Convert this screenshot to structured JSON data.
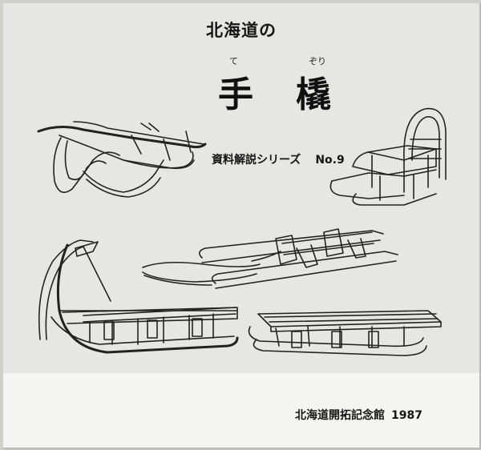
{
  "cover": {
    "subtitle": "北海道の",
    "title_chars": [
      "手",
      "橇"
    ],
    "ruby": [
      "て",
      "ぞり"
    ],
    "series_label": "資料解説シリーズ",
    "series_number": "No.9",
    "publisher": "北海道開拓記念館",
    "year": "1987"
  },
  "illustrations": [
    "hand-sled-with-rope",
    "chair-sled",
    "tall-sled",
    "ski-sled",
    "flat-sled"
  ],
  "colors": {
    "ink": "#151515",
    "paper_upper": "#e6e7e4",
    "paper_lower": "#f4f4f2",
    "border": "#cfd0cc"
  }
}
